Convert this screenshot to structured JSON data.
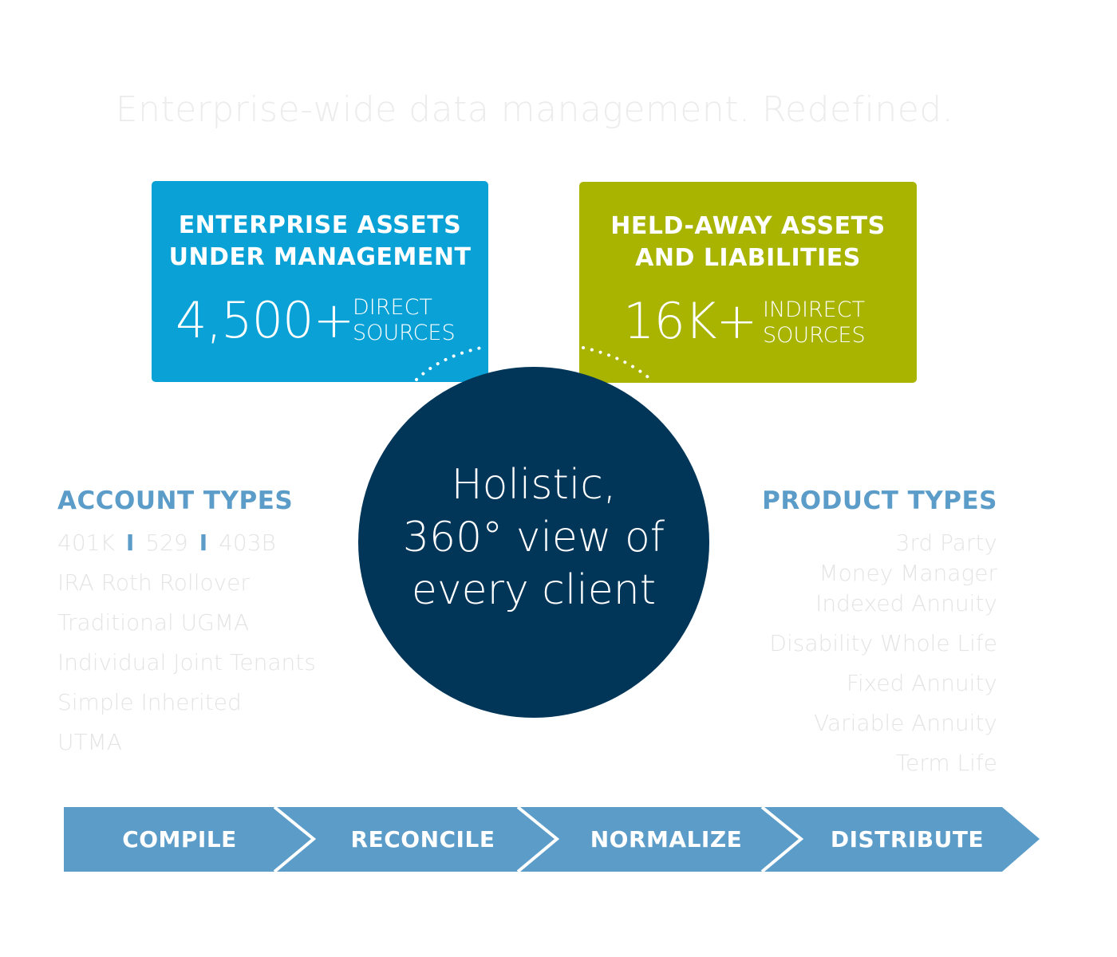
{
  "headline": "Enterprise-wide data management. Redefined.",
  "enterprise_box": {
    "heading_line1": "ENTERPRISE ASSETS",
    "heading_line2": "UNDER MANAGEMENT",
    "number": "4,500+",
    "label_line1": "DIRECT",
    "label_line2": "SOURCES",
    "color": "#0aa2d6"
  },
  "heldaway_box": {
    "heading_line1": "HELD-AWAY ASSETS",
    "heading_line2": "AND LIABILITIES",
    "number": "16K+",
    "label_line1": "INDIRECT",
    "label_line2": "SOURCES",
    "color": "#a8b400"
  },
  "hub": {
    "line1": "Holistic,",
    "line2": "360° view of",
    "line3": "every client",
    "color": "#023659"
  },
  "account_types": {
    "heading": "ACCOUNT TYPES",
    "row1": [
      "401K",
      "529",
      "403B"
    ],
    "items": [
      "IRA Roth Rollover",
      "Traditional UGMA",
      "Individual Joint Tenants",
      "Simple Inherited",
      "UTMA"
    ]
  },
  "product_types": {
    "heading": "PRODUCT TYPES",
    "items": [
      "3rd Party",
      "Money Manager",
      "Indexed Annuity",
      "Disability Whole Life",
      "Fixed Annuity",
      "Variable Annuity",
      "Term Life"
    ]
  },
  "process_steps": [
    "COMPILE",
    "RECONCILE",
    "NORMALIZE",
    "DISTRIBUTE"
  ],
  "colors": {
    "heading_blue": "#5b9cc9",
    "arrow_blue": "#5b9cc9",
    "muted_text": "#e4e4e4"
  }
}
